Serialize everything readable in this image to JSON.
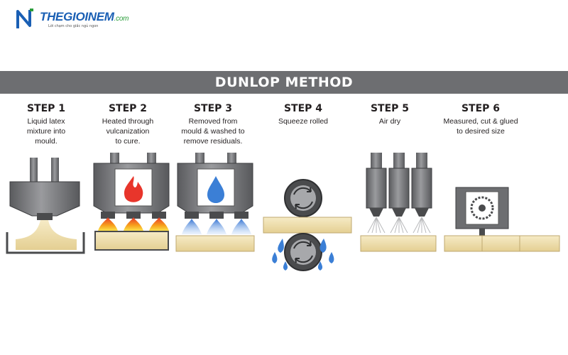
{
  "brand": {
    "name": "THEGIOINEM",
    "domain": ".com",
    "tagline": "Lời chạm cho giấc ngủ ngon"
  },
  "banner": {
    "title": "DUNLOP METHOD"
  },
  "steps": [
    {
      "label": "STEP 1",
      "desc": [
        "Liquid latex",
        "mixture into",
        "mould."
      ]
    },
    {
      "label": "STEP 2",
      "desc": [
        "Heated through",
        "vulcanization",
        "to cure."
      ]
    },
    {
      "label": "STEP 3",
      "desc": [
        "Removed from",
        "mould & washed to",
        "remove residuals."
      ]
    },
    {
      "label": "STEP 4",
      "desc": [
        "Squeeze rolled"
      ]
    },
    {
      "label": "STEP 5",
      "desc": [
        "Air dry"
      ]
    },
    {
      "label": "STEP 6",
      "desc": [
        "Measured, cut & glued",
        "to desired size"
      ]
    }
  ],
  "colors": {
    "banner": "#6d6e71",
    "machine": "#6d6e71",
    "latex": "#f1e2b3",
    "fire": "#e8352b",
    "water": "#3b7fd6"
  }
}
